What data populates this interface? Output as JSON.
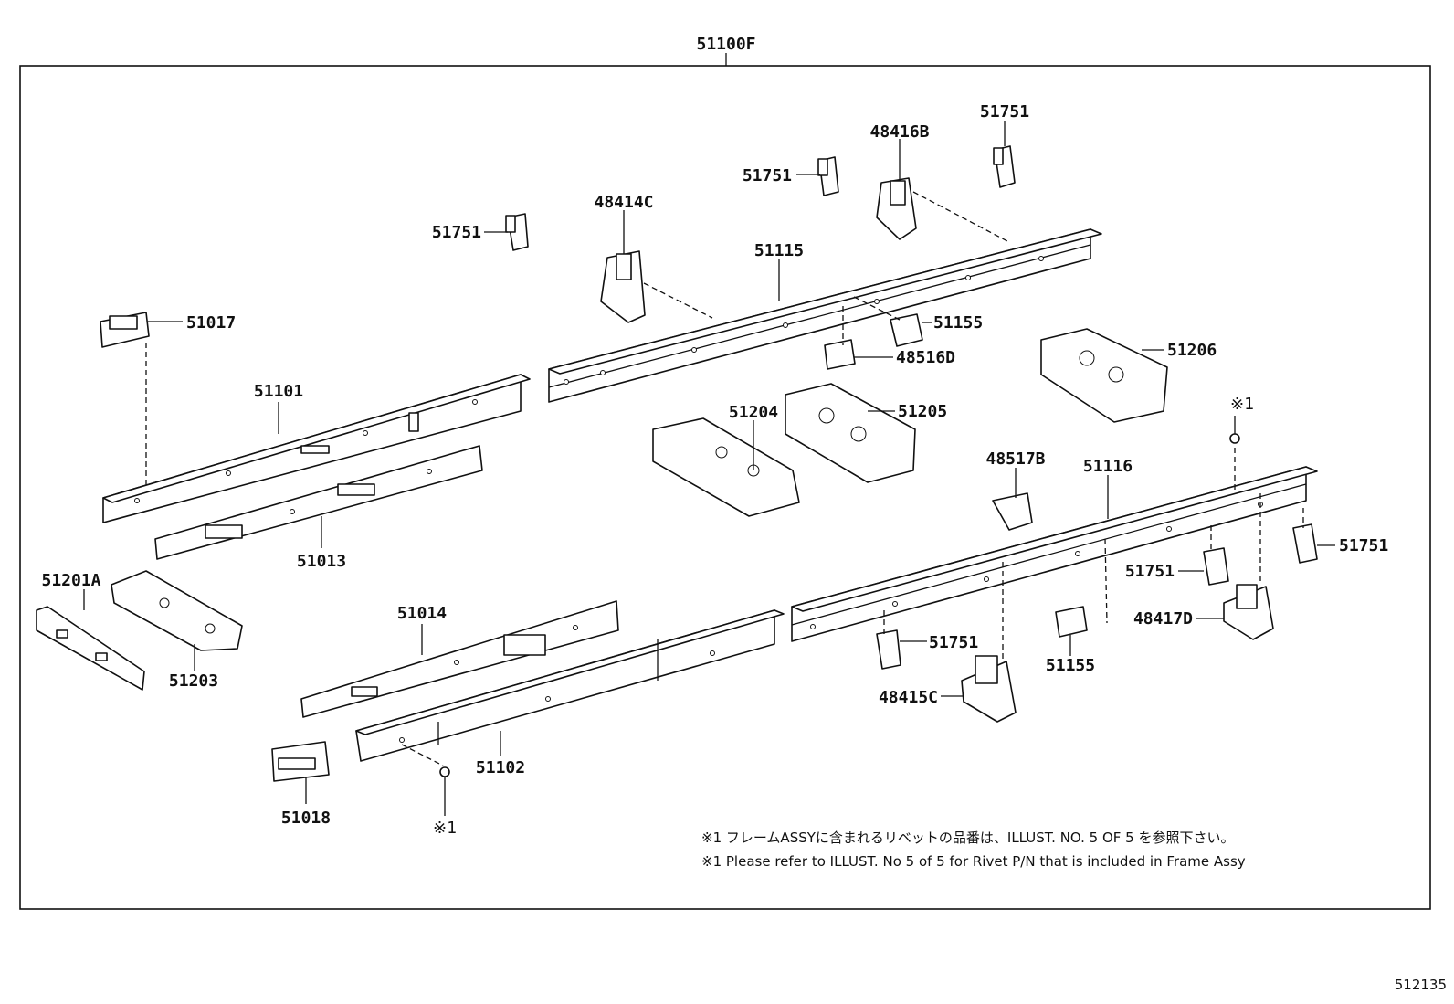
{
  "assembly_label": "51100F",
  "callouts": {
    "c51751_a": "51751",
    "c51751_b": "51751",
    "c51751_c": "51751",
    "c48416B": "48416B",
    "c48414C": "48414C",
    "c51115": "51115",
    "c51017": "51017",
    "c51155_a": "51155",
    "c48516D": "48516D",
    "c51206": "51206",
    "c51101": "51101",
    "c51204": "51204",
    "c51205": "51205",
    "c48517B": "48517B",
    "c51116": "51116",
    "c51013": "51013",
    "c51201A": "51201A",
    "c51014": "51014",
    "c51751_d": "51751",
    "c51751_e": "51751",
    "c48417D": "48417D",
    "c51203": "51203",
    "c51751_f": "51751",
    "c51155_b": "51155",
    "c48415C": "48415C",
    "c51102": "51102",
    "c51018": "51018",
    "rivet_a": "※1",
    "rivet_b": "※1"
  },
  "notes": {
    "jp": "※1 フレームASSYに含まれるリベットの品番は、ILLUST. NO. 5  OF  5  を参照下さい。",
    "en": "※1 Please refer to ILLUST. No 5 of 5 for Rivet P/N that is included in Frame Assy"
  },
  "figure_number": "512135"
}
